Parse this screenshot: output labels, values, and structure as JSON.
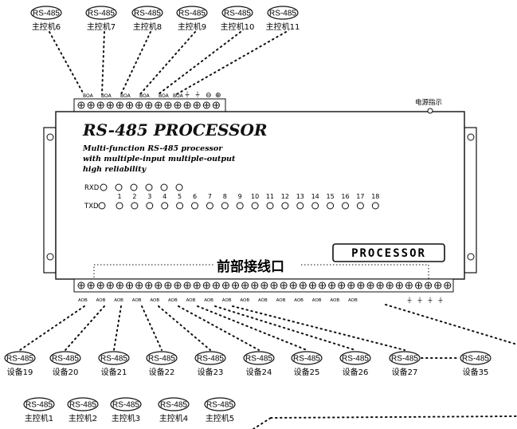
{
  "rs_label": "RS-485",
  "top_hosts": [
    "主控机6",
    "主控机7",
    "主控机8",
    "主控机9",
    "主控机10",
    "主控机11"
  ],
  "bottom_devices": [
    "设备19",
    "设备20",
    "设备21",
    "设备22",
    "设备23",
    "设备24",
    "设备25",
    "设备26",
    "设备27",
    "设备35"
  ],
  "bottom_hosts": [
    "主控机1",
    "主控机2",
    "主控机3",
    "主控机4",
    "主控机5"
  ],
  "device": {
    "title": "RS-485 PROCESSOR",
    "desc_line1": "Multi-function RS-485 processor",
    "desc_line2": "with multiple-input multiple-output",
    "desc_line3": "high reliability",
    "rxd_label": "RXD",
    "txd_label": "TXD",
    "port_numbers": [
      "1",
      "2",
      "3",
      "4",
      "5",
      "6",
      "7",
      "8",
      "9",
      "10",
      "11",
      "12",
      "13",
      "14",
      "15",
      "16",
      "17",
      "18"
    ],
    "power_indicator": "电源指示",
    "front_port_label": "前部接线口",
    "badge": "PROCESSOR",
    "top_terminal_labels": [
      "BOA",
      "BOA",
      "BOA",
      "BOA",
      "BOA",
      "BOA"
    ],
    "bottom_terminal_label": "AOB"
  }
}
